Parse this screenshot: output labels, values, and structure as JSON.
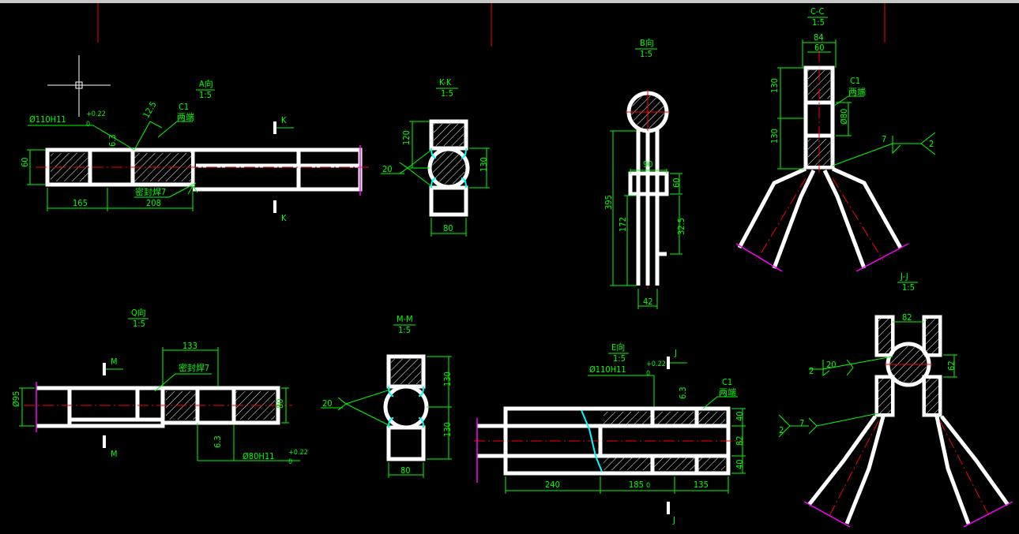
{
  "views": {
    "a": {
      "title": "A向",
      "scale": "1:5",
      "fit": "Ø110H11",
      "tol_up": "+0.22",
      "tol_lo": "0",
      "rough": "12.5",
      "rough2": "6.3",
      "chamfer": "C1",
      "both_ends": "两端",
      "seal": "密封焊7",
      "dim_h": "60",
      "dim_1": "165",
      "dim_2": "208",
      "sec": "K"
    },
    "k": {
      "title": "K-K",
      "scale": "1:5",
      "d1": "120",
      "d2": "130",
      "d3": "80",
      "weld": "20"
    },
    "b": {
      "title": "B向",
      "scale": "1:5",
      "d1": "90",
      "d2": "60",
      "d3": "395",
      "d4": "172",
      "d5": "32.5",
      "d6": "42"
    },
    "c": {
      "title": "C-C",
      "scale": "1:5",
      "d1": "84",
      "d2": "60",
      "d3": "130",
      "d4": "130",
      "d5": "Ø80",
      "chamfer": "C1",
      "both_ends": "两端",
      "w1": "7",
      "w2": "2"
    },
    "q": {
      "title": "Q向",
      "scale": "1:5",
      "d1": "133",
      "seal": "密封焊7",
      "d2": "Ø95",
      "d3": "80",
      "rough": "6.3",
      "fit": "Ø80H11",
      "tol_up": "+0.22",
      "tol_lo": "0",
      "sec": "M"
    },
    "m": {
      "title": "M-M",
      "scale": "1:5",
      "d1": "130",
      "d2": "130",
      "d3": "80",
      "weld": "20"
    },
    "e": {
      "title": "E向",
      "scale": "1:5",
      "fit": "Ø110H11",
      "tol_up": "+0.22",
      "tol_lo": "0",
      "rough": "6.3",
      "chamfer": "C1",
      "both_ends": "两端",
      "d1": "40",
      "d2": "82",
      "d3": "40",
      "d4": "240",
      "d5": "185",
      "d5_tol": "0",
      "d6": "135",
      "sec": "J"
    },
    "j": {
      "title": "J-J",
      "scale": "1:5",
      "d1": "82",
      "d2": "62",
      "w1": "20",
      "w2": "2",
      "w3": "7",
      "w4": "2"
    }
  }
}
